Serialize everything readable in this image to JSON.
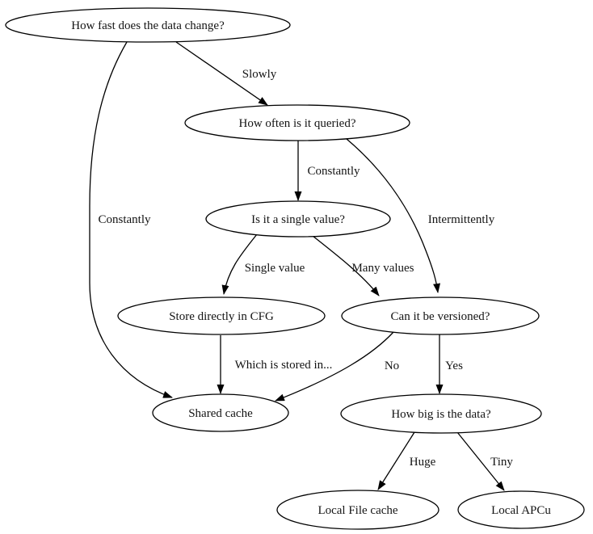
{
  "diagram": {
    "type": "flowchart",
    "background_color": "#ffffff",
    "node_fill": "#ffffff",
    "node_stroke_color": "#000000",
    "edge_color": "#000000",
    "text_color": "#141414",
    "nodes": [
      {
        "id": "how-fast",
        "label": "How fast does the data change?"
      },
      {
        "id": "how-often",
        "label": "How often is it queried?"
      },
      {
        "id": "single-value",
        "label": "Is it a single value?"
      },
      {
        "id": "store-cfg",
        "label": "Store directly in CFG"
      },
      {
        "id": "versioned",
        "label": "Can it be versioned?"
      },
      {
        "id": "shared-cache",
        "label": "Shared cache"
      },
      {
        "id": "how-big",
        "label": "How big is the data?"
      },
      {
        "id": "local-file",
        "label": "Local File cache"
      },
      {
        "id": "local-apcu",
        "label": "Local APCu"
      }
    ],
    "edges": [
      {
        "from": "how-fast",
        "to": "how-often",
        "label": "Slowly"
      },
      {
        "from": "how-fast",
        "to": "shared-cache",
        "label": "Constantly"
      },
      {
        "from": "how-often",
        "to": "single-value",
        "label": "Constantly"
      },
      {
        "from": "how-often",
        "to": "versioned",
        "label": "Intermittently"
      },
      {
        "from": "single-value",
        "to": "store-cfg",
        "label": "Single value"
      },
      {
        "from": "single-value",
        "to": "versioned",
        "label": "Many values"
      },
      {
        "from": "store-cfg",
        "to": "shared-cache",
        "label": "Which is stored in..."
      },
      {
        "from": "versioned",
        "to": "shared-cache",
        "label": "No"
      },
      {
        "from": "versioned",
        "to": "how-big",
        "label": "Yes"
      },
      {
        "from": "how-big",
        "to": "local-file",
        "label": "Huge"
      },
      {
        "from": "how-big",
        "to": "local-apcu",
        "label": "Tiny"
      }
    ]
  }
}
